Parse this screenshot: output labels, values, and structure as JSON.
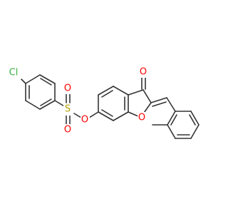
{
  "structure": {
    "atoms": {
      "chlorine": {
        "label": "Cl",
        "color": "#3cb043"
      },
      "sulfur": {
        "label": "S",
        "color": "#b8a000"
      },
      "sulfonyl_oxygen_top": {
        "label": "O",
        "color": "#ff0000"
      },
      "sulfonyl_oxygen_bottom": {
        "label": "O",
        "color": "#ff0000"
      },
      "ester_oxygen": {
        "label": "O",
        "color": "#ff0000"
      },
      "ring_oxygen": {
        "label": "O",
        "color": "#ff0000"
      },
      "ketone_oxygen": {
        "label": "O",
        "color": "#ff0000"
      }
    },
    "bond_color": "#333333"
  }
}
